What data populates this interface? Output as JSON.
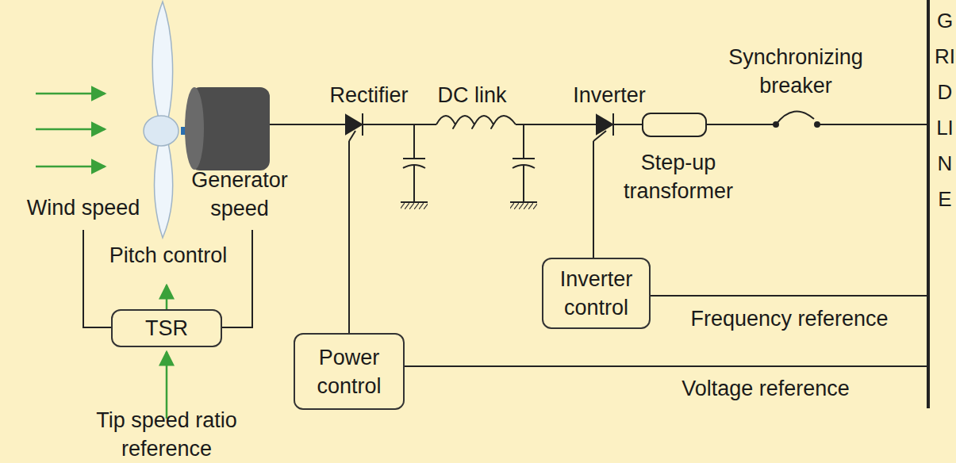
{
  "diagram": {
    "nodes": [
      {
        "text": [
          "TSR"
        ]
      },
      {
        "text": [
          "Power control"
        ]
      },
      {
        "text": [
          "Inverter control"
        ]
      }
    ],
    "labels": [
      "Wind speed",
      "Generator speed",
      "Pitch control",
      "Tip speed ratio reference",
      "Rectifier",
      "DC link",
      "Inverter",
      "Step-up transformer",
      "Synchronizing breaker",
      "GRID LINE",
      "Frequency reference",
      "Voltage reference"
    ]
  }
}
